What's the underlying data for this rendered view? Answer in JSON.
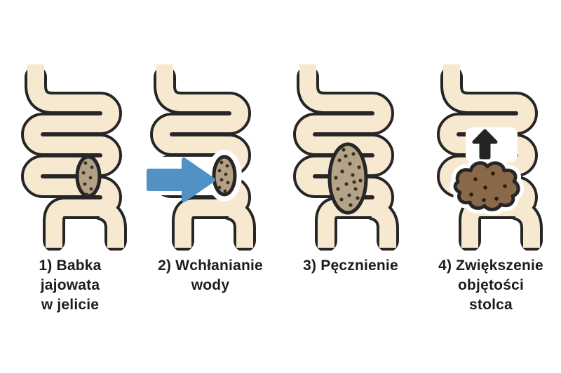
{
  "figure": {
    "description": "Four-step diagram of psyllium husk acting inside the intestine",
    "background": "#ffffff",
    "colors": {
      "background": "#ffffff",
      "intestine_fill": "#f6e9d0",
      "outline": "#262626",
      "seed_fill": "#b2a087",
      "seed_dot": "#3d2f1c",
      "mass_fill": "#b3a489",
      "stool_fill": "#8a684a",
      "stool_dot": "#2b1d10",
      "water_arrow": "#5291c4",
      "up_arrow": "#242424",
      "caption_text": "#1c1c1e"
    },
    "panels": [
      {
        "step": "1",
        "caption": "1) Babka\njajowata\nw jelicie",
        "illustration": "intestine-with-small-psyllium-seed"
      },
      {
        "step": "2",
        "caption": "2) Wchłanianie\nwody",
        "illustration": "intestine-seed-absorbing-water-blue-arrow"
      },
      {
        "step": "3",
        "caption": "3) Pęcznienie",
        "illustration": "intestine-with-swollen-psyllium-mass"
      },
      {
        "step": "4",
        "caption": "4) Zwiększenie\nobjętości\nstolca",
        "illustration": "intestine-with-bulked-stool-and-up-arrow"
      }
    ]
  }
}
